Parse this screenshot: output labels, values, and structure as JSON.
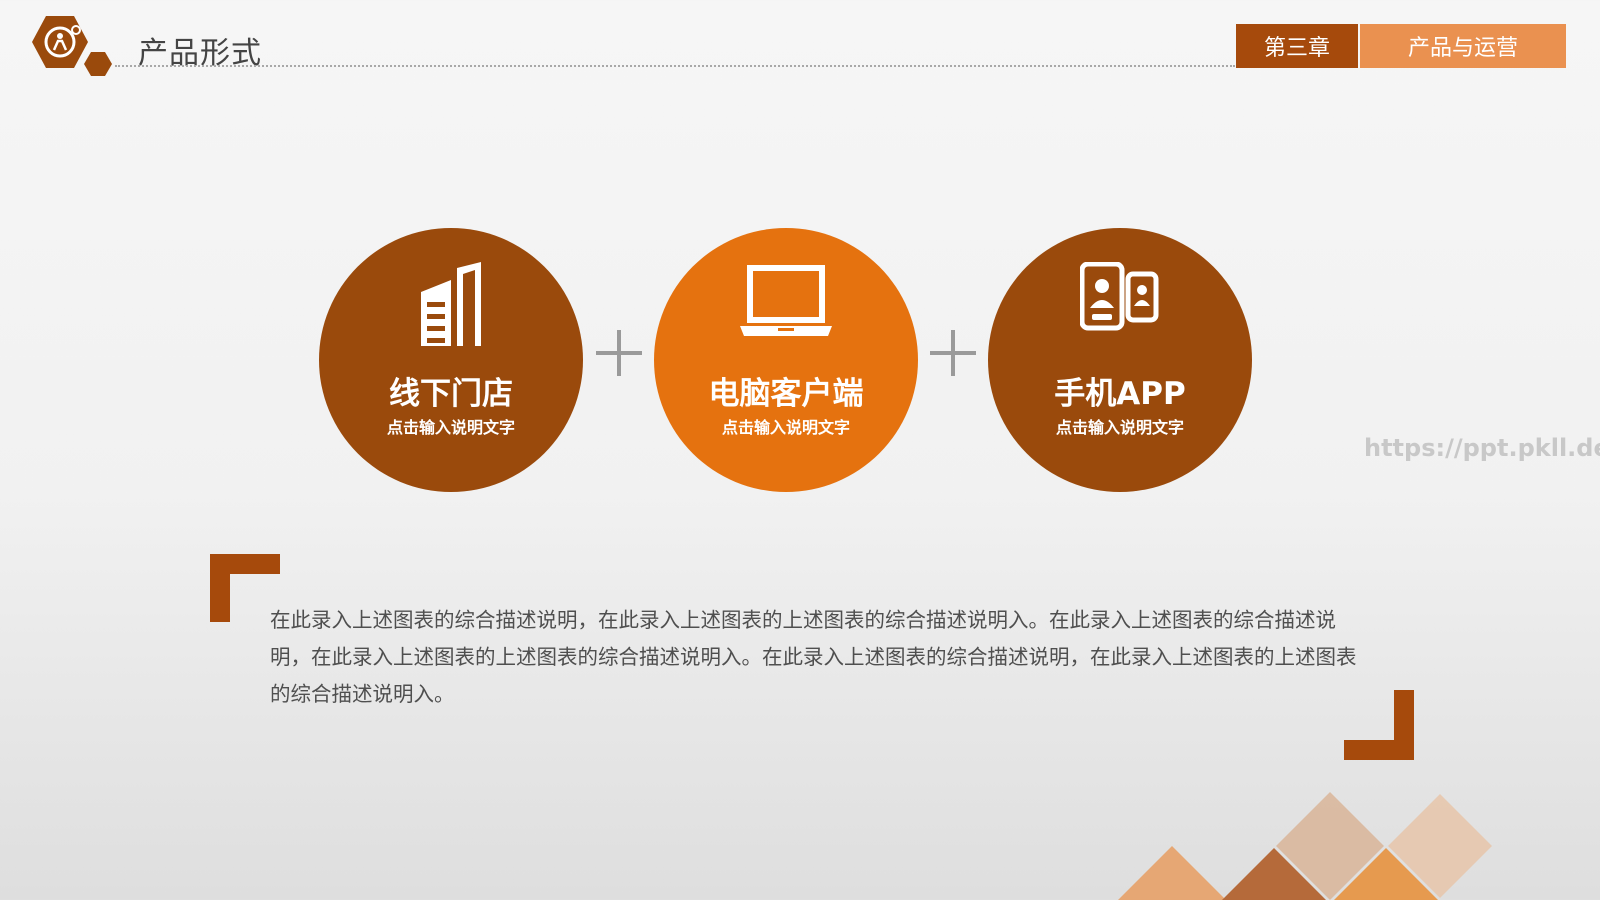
{
  "header": {
    "page_title": "产品形式",
    "chapter_label": "第三章",
    "section_label": "产品与运营",
    "logo_icon": "gear-person-icon"
  },
  "forms": [
    {
      "title": "线下门店",
      "subtitle": "点击输入说明文字",
      "icon": "building-icon",
      "color": "#9a4a0c"
    },
    {
      "title": "电脑客户端",
      "subtitle": "点击输入说明文字",
      "icon": "laptop-icon",
      "color": "#e5720f"
    },
    {
      "title": "手机APP",
      "subtitle": "点击输入说明文字",
      "icon": "phone-contact-icon",
      "color": "#9a4a0c"
    }
  ],
  "plus_signs": [
    "+",
    "+"
  ],
  "description": "在此录入上述图表的综合描述说明，在此录入上述图表的上述图表的综合描述说明入。在此录入上述图表的综合描述说明，在此录入上述图表的上述图表的综合描述说明入。在此录入上述图表的综合描述说明，在此录入上述图表的上述图表的综合描述说明入。",
  "watermark": "https://ppt.pkll.de",
  "colors": {
    "brown": "#9a4a0c",
    "orange": "#e5720f",
    "light_orange": "#ea9150",
    "chapter_bg": "#a64a0c"
  }
}
